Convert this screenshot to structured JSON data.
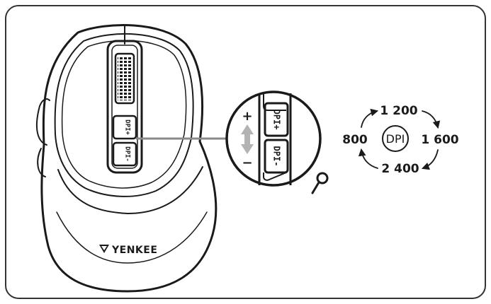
{
  "brand": {
    "name": "YENKEE"
  },
  "buttons": {
    "dpi_plus": "DPI+",
    "dpi_minus": "DPI-"
  },
  "zoom": {
    "plus_sign": "+",
    "minus_sign": "−"
  },
  "dpi_cycle": {
    "center_label": "DPI",
    "top": "1 200",
    "right": "1 600",
    "bottom": "2 400",
    "left": "800"
  },
  "colors": {
    "stroke": "#1a1a1a",
    "leader_line": "#8a8a8a",
    "up_down_arrow": "#b3b3b3",
    "frame": "#333333"
  }
}
